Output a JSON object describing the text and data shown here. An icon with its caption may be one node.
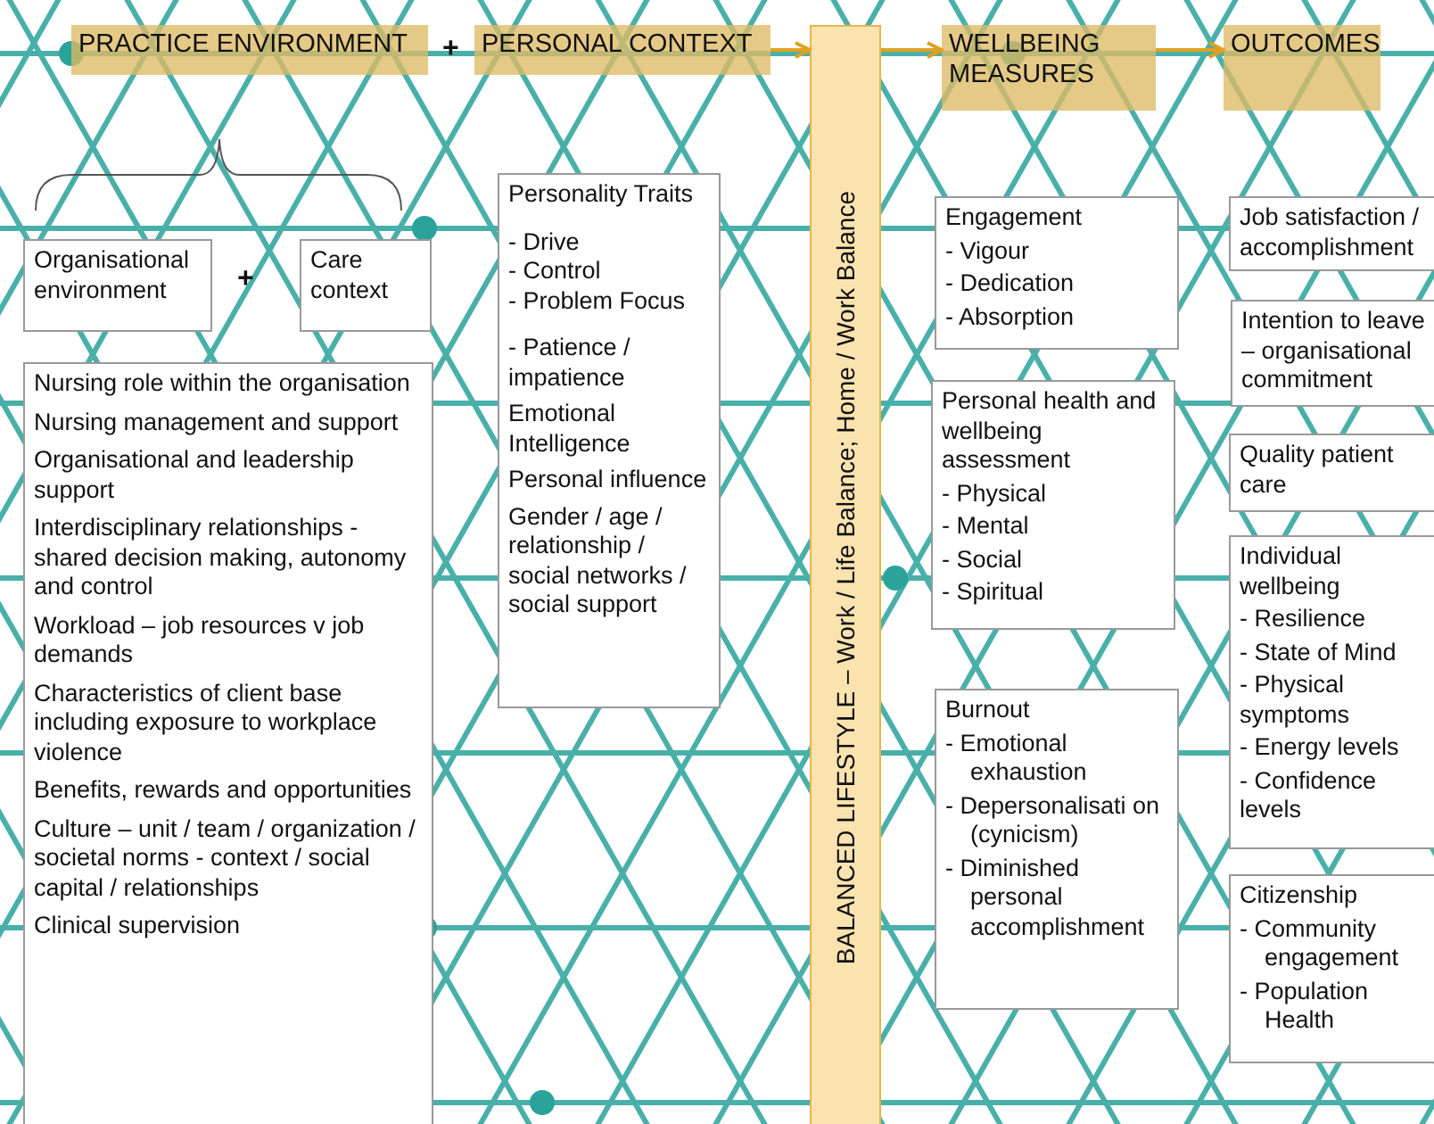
{
  "diagram": {
    "nodes": [
      {
        "text": [
          "PRACTICE ENVIRONMENT"
        ]
      },
      {
        "text": [
          "PERSONAL CONTEXT"
        ]
      },
      {
        "text": [
          "BALANCED LIFESTYLE – Work / Life Balance; Home / Work Balance"
        ]
      },
      {
        "text": [
          "WELLBEING MEASURES"
        ]
      },
      {
        "text": [
          "OUTCOMES"
        ]
      },
      {
        "text": [
          "Organisational environment"
        ]
      },
      {
        "text": [
          "Care context"
        ]
      },
      {
        "text": [
          "Nursing role within the organisation",
          "Nursing management and support",
          "Organisational and leadership support",
          "Interdisciplinary relationships - shared decision making, autonomy and control",
          "Workload – job resources v job demands",
          "Characteristics of client base including exposure to workplace violence",
          "Benefits, rewards and opportunities",
          "Culture – unit / team / organization / societal norms - context / social capital / relationships",
          "Clinical supervision"
        ]
      },
      {
        "text": [
          "Personality Traits",
          "- Drive",
          "- Control",
          "- Problem Focus",
          "- Patience / impatience",
          "Emotional Intelligence",
          "Personal influence",
          "Gender / age / relationship / social networks / social support"
        ]
      },
      {
        "text": [
          "Engagement",
          "- Vigour",
          "- Dedication",
          "- Absorption"
        ]
      },
      {
        "text": [
          "Personal health and wellbeing assessment",
          "- Physical",
          "- Mental",
          "- Social",
          "- Spiritual"
        ]
      },
      {
        "text": [
          "Burnout",
          "- Emotional exhaustion",
          "- Depersonalisati on (cynicism)",
          "- Diminished personal accomplishment"
        ]
      },
      {
        "text": [
          "Job satisfaction / accomplishment"
        ]
      },
      {
        "text": [
          "Intention to leave – organisational commitment"
        ]
      },
      {
        "text": [
          "Quality patient care"
        ]
      },
      {
        "text": [
          "Individual wellbeing",
          "- Resilience",
          "- State of Mind",
          "- Physical symptoms",
          "- Energy levels",
          "- Confidence levels"
        ]
      },
      {
        "text": [
          "Citizenship",
          "- Community engagement",
          "- Population Health"
        ]
      }
    ],
    "edges": [
      {
        "from": 1,
        "to": 2,
        "arrow": "to"
      },
      {
        "from": 2,
        "to": 3,
        "arrow": "to"
      },
      {
        "from": 3,
        "to": 4,
        "arrow": "to"
      }
    ],
    "labels": [
      "+",
      "+"
    ]
  }
}
